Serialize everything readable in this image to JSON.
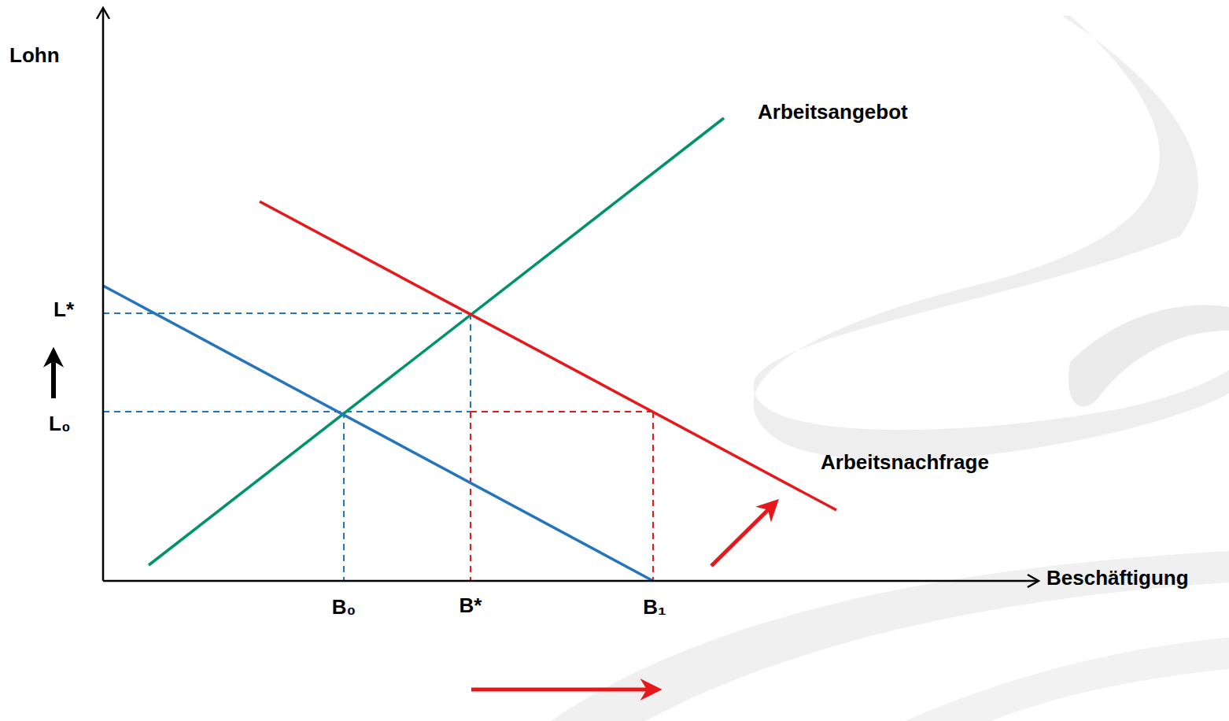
{
  "diagram": {
    "labels": [
      "Lohn",
      "L*",
      "L₀",
      "Arbeitsangebot",
      "Arbeitsnachfrage",
      "Beschäftigung",
      "B₀",
      "B*",
      "B₁"
    ]
  }
}
